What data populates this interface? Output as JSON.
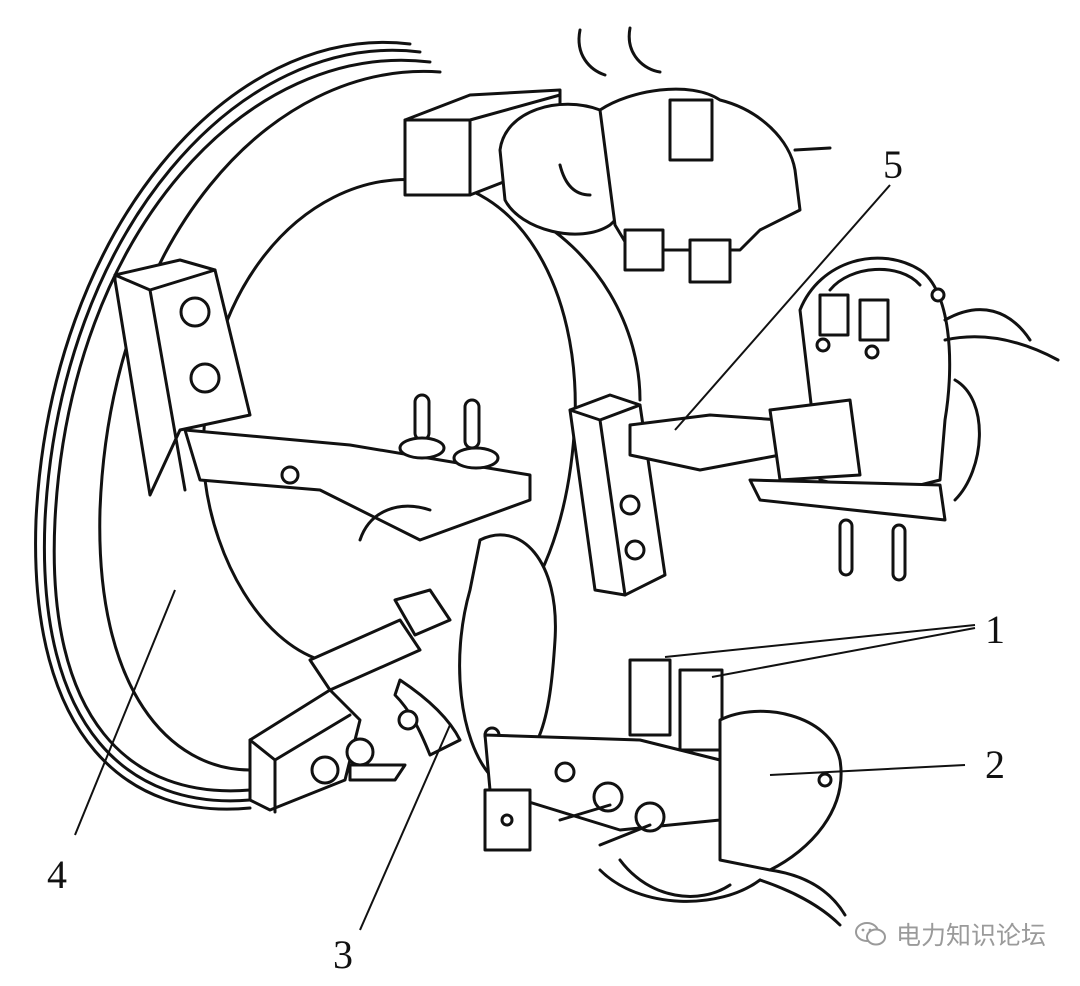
{
  "callouts": [
    {
      "id": "1",
      "label": "1"
    },
    {
      "id": "2",
      "label": "2"
    },
    {
      "id": "3",
      "label": "3"
    },
    {
      "id": "4",
      "label": "4"
    },
    {
      "id": "5",
      "label": "5"
    }
  ],
  "watermark": {
    "text": "电力知识论坛",
    "icon": "wechat-icon"
  }
}
